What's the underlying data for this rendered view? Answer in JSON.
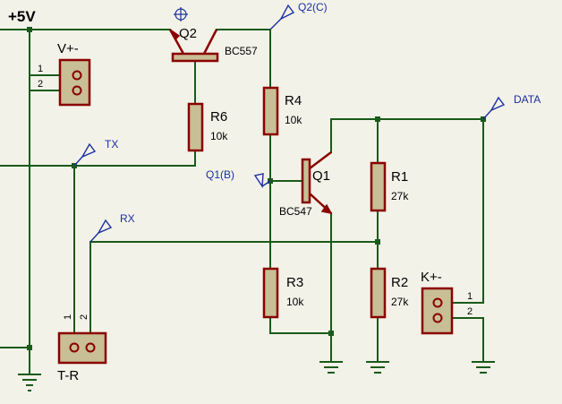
{
  "supply_label": "+5V",
  "transistors": {
    "q2": {
      "ref": "Q2",
      "part": "BC557"
    },
    "q1": {
      "ref": "Q1",
      "part": "BC547"
    }
  },
  "resistors": {
    "r6": {
      "ref": "R6",
      "value": "10k"
    },
    "r4": {
      "ref": "R4",
      "value": "10k"
    },
    "r3": {
      "ref": "R3",
      "value": "10k"
    },
    "r1": {
      "ref": "R1",
      "value": "27k"
    },
    "r2": {
      "ref": "R2",
      "value": "27k"
    }
  },
  "connectors": {
    "vplus": {
      "ref": "V+-",
      "pin1": "1",
      "pin2": "2"
    },
    "kplus": {
      "ref": "K+-",
      "pin1": "1",
      "pin2": "2"
    },
    "tr": {
      "ref": "T-R",
      "pin1": "1",
      "pin2": "2"
    }
  },
  "net_labels": {
    "q2c": "Q2(C)",
    "tx": "TX",
    "rx": "RX",
    "q1b": "Q1(B)",
    "data": "DATA"
  },
  "colors": {
    "wire": "#1a5a1a",
    "component": "#8b0000",
    "body": "#c8bf96",
    "net_label": "#1b2fa0",
    "background": "#f2f2e8"
  }
}
